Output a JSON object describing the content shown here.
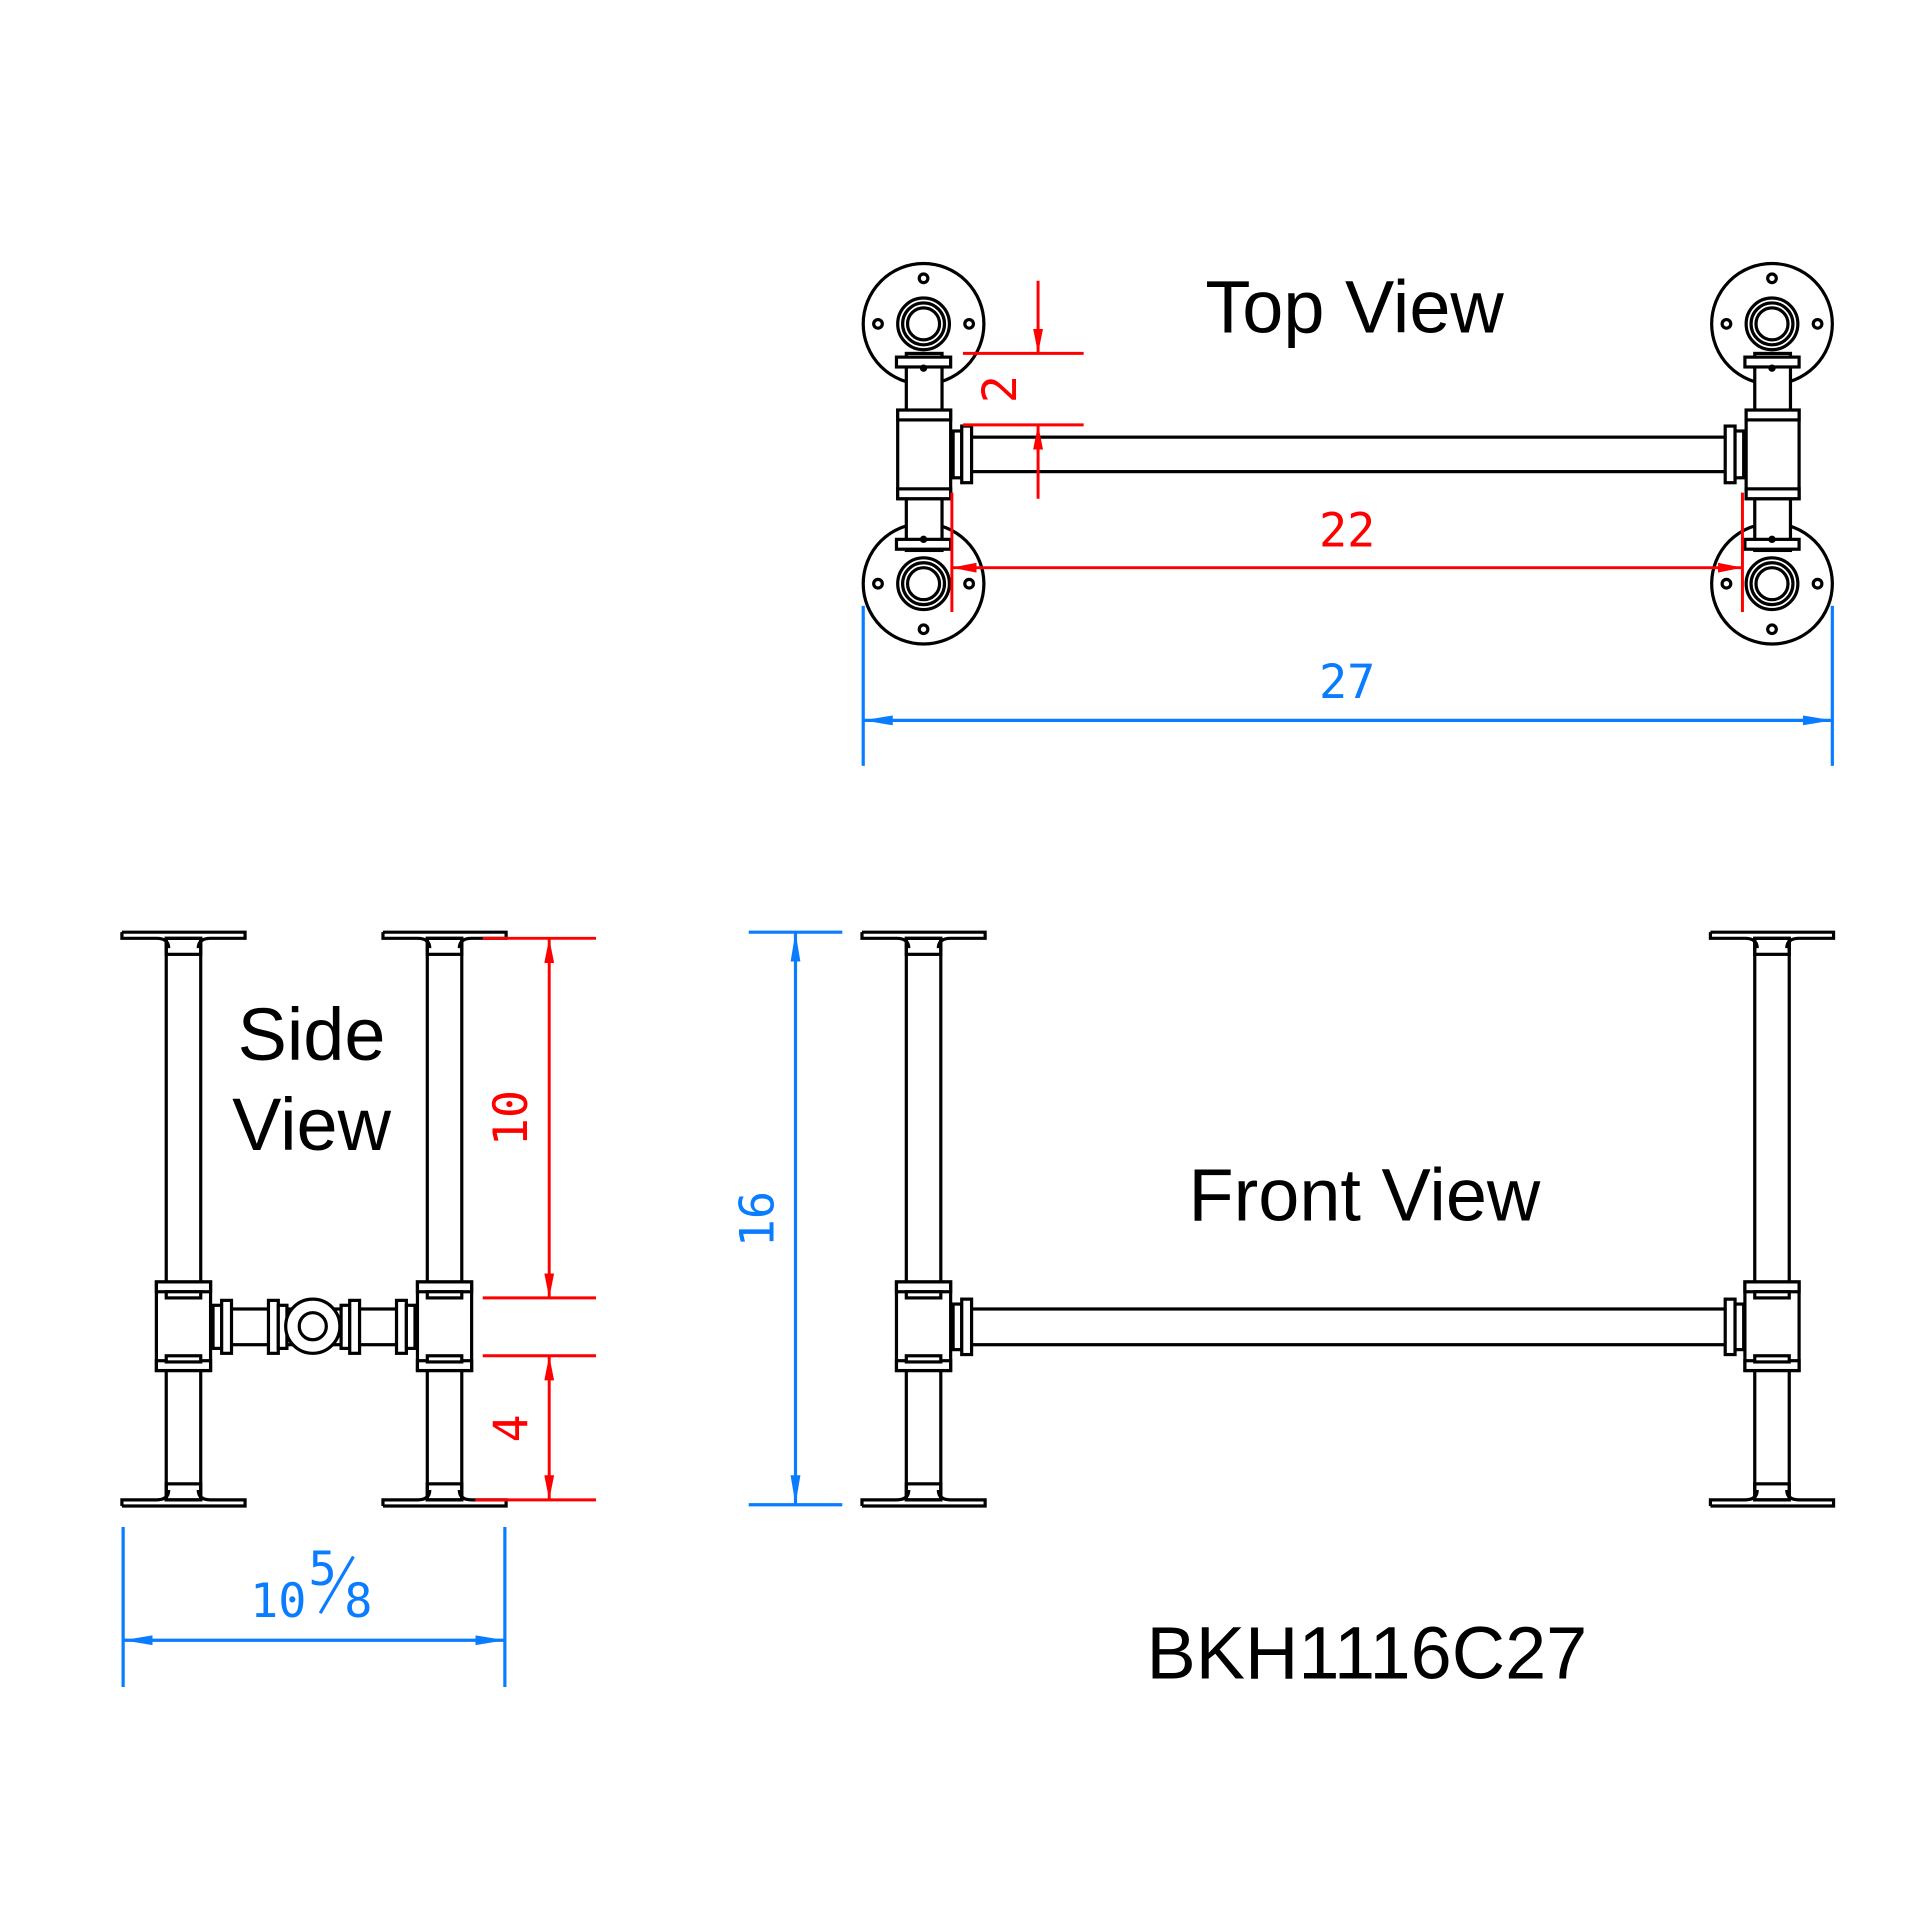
{
  "titles": {
    "top_view": "Top View",
    "side_view_line1": "Side",
    "side_view_line2": "View",
    "front_view": "Front View",
    "part_number": "BKH1116C27"
  },
  "dimensions": {
    "top_offset": "2",
    "top_inner_span": "22",
    "top_overall_length": "27",
    "side_upper_height": "10",
    "side_lower_height": "4",
    "front_overall_height": "16",
    "side_width_whole": "10",
    "side_width_num": "5",
    "side_width_den": "8"
  },
  "colors": {
    "outline": "#000000",
    "inner_dimension": "#ff0000",
    "overall_dimension": "#0a7cff"
  }
}
